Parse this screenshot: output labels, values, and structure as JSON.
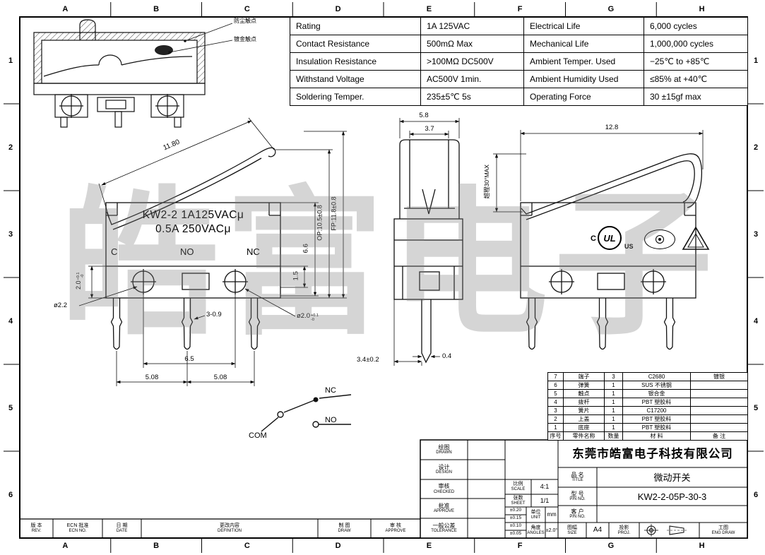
{
  "frame": {
    "cols": [
      "A",
      "B",
      "C",
      "D",
      "E",
      "F",
      "G",
      "H"
    ],
    "rows": [
      "1",
      "2",
      "3",
      "4",
      "5",
      "6"
    ]
  },
  "watermark": "皓富电子",
  "spec_table": {
    "rows": [
      [
        "Rating",
        "1A  125VAC",
        "Electrical Life",
        "6,000 cycles"
      ],
      [
        "Contact Resistance",
        "500mΩ Max",
        "Mechanical Life",
        "1,000,000 cycles"
      ],
      [
        "Insulation Resistance",
        ">100MΩ DC500V",
        "Ambient Temper. Used",
        "−25℃ to +85℃"
      ],
      [
        "Withstand Voltage",
        "AC500V  1min.",
        "Ambient Humidity Used",
        "≤85% at +40℃"
      ],
      [
        "Soldering Temper.",
        "235±5℃ 5s",
        "Operating Force",
        "30 ±15gf max"
      ]
    ]
  },
  "section_view": {
    "callout_top": "防尘触点",
    "callout_bottom": "镀金触点"
  },
  "side_view": {
    "marking1": "KW2-2 1A125VACμ",
    "marking2": "0.5A 250VACμ",
    "term_c": "C",
    "term_no": "NO",
    "term_nc": "NC",
    "dim_lever": "11.80",
    "dim_slot_v": "2.0",
    "dim_slot_p": "+0.1",
    "dim_slot_m": "-0",
    "dim_hole_left": "ø2.2",
    "dim_pin": "3-0.9",
    "dim_hole_right_v": "ø2.0",
    "dim_hole_right_p": "+0.1",
    "dim_hole_right_m": "-0",
    "dim_hole_pitch": "6.5",
    "dim_pitch1": "5.08",
    "dim_pitch2": "5.08",
    "dim_step": "1.5",
    "dim_body_h": "6.6",
    "dim_op": "OP:10.5±0.8",
    "dim_fp": "FP:11.8±0.8"
  },
  "front_view": {
    "dim_w_outer": "5.8",
    "dim_w_inner": "3.7",
    "dim_pin_offset": "3.4±0.2",
    "dim_pin_t": "0.4"
  },
  "right_view": {
    "dim_width": "12.8",
    "dim_travel": "超程30°MAX",
    "ul_c": "C",
    "ul_text": "UL",
    "ul_us": "US"
  },
  "circuit": {
    "nc": "NC",
    "no": "NO",
    "com": "COM"
  },
  "parts_table": {
    "header": [
      "序号",
      "零件名称",
      "数量",
      "材  料",
      "备  注"
    ],
    "rows": [
      [
        "7",
        "端子",
        "3",
        "C2680",
        "镀银"
      ],
      [
        "6",
        "弹簧",
        "1",
        "SUS 不锈钢",
        ""
      ],
      [
        "5",
        "触点",
        "1",
        "银合金",
        ""
      ],
      [
        "4",
        "拨杆",
        "1",
        "PBT 塑胶料",
        ""
      ],
      [
        "3",
        "簧片",
        "1",
        "C17200",
        ""
      ],
      [
        "2",
        "上盖",
        "1",
        "PBT 塑胶料",
        ""
      ],
      [
        "1",
        "底座",
        "1",
        "PBT 塑胶料",
        ""
      ]
    ]
  },
  "title_block": {
    "company": "东莞市皓富电子科技有限公司",
    "sign_rows": [
      {
        "cn": "绘图",
        "en": "DRAWN"
      },
      {
        "cn": "设计",
        "en": "DESIGN"
      },
      {
        "cn": "审核",
        "en": "CHECKED"
      },
      {
        "cn": "批准",
        "en": "APPROVE"
      },
      {
        "cn": "一般公差",
        "en": "TOLERANCE"
      }
    ],
    "scale_cn": "比例",
    "scale_en": "SCALE",
    "scale_v": "4:1",
    "sheet_cn": "张数",
    "sheet_en": "SHEET",
    "sheet_v": "1/1",
    "unit_cn": "单位",
    "unit_en": "UNIT",
    "unit_v": "mm",
    "angle_cn": "角度",
    "angle_en": "ANGLES",
    "angle_v": "±2.0°",
    "tol": [
      "±0.20",
      "±0.15",
      "±0.10",
      "±0.05"
    ],
    "title_cn": "品 名",
    "title_en": "TITLE",
    "title_v": "微动开关",
    "pn_cn": "型 号",
    "pn_en": "P/N NO.",
    "pn_v": "KW2-2-05P-30-3",
    "cust_cn": "客 户",
    "cust_en": "P/N NO.",
    "cust_v": "",
    "size_cn": "图幅",
    "size_en": "SIZE",
    "size_v": "A4",
    "proj_cn": "投影",
    "proj_en": "PROJ.",
    "eng_cn": "工图",
    "eng_en": "ENG DRAW"
  },
  "rev_strip": [
    {
      "cn": "版 本",
      "en": "REV."
    },
    {
      "cn": "ECN 批准",
      "en": "ECN NO."
    },
    {
      "cn": "日 期",
      "en": "DATE"
    },
    {
      "cn": "更改内容",
      "en": "DEFINITION"
    },
    {
      "cn": "制 图",
      "en": "DRAW"
    },
    {
      "cn": "审 核",
      "en": "APPROVE"
    }
  ]
}
